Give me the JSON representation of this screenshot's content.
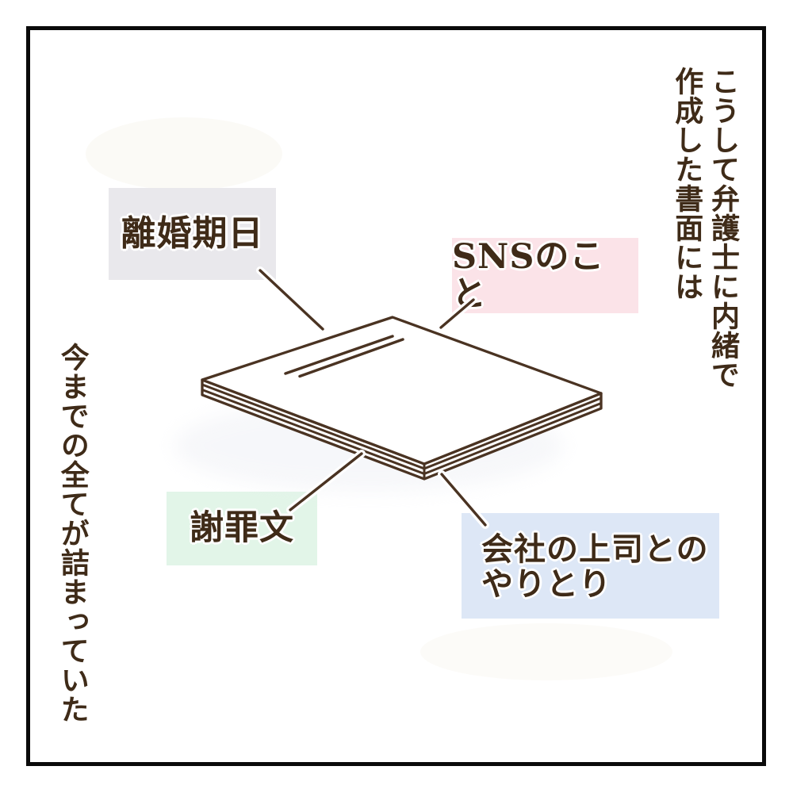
{
  "panel": {
    "background": "#ffffff",
    "frame_color": "#0a0a0a"
  },
  "palette": {
    "ink_text": "#3F2B18",
    "line_brown": "#4A3322",
    "halo_white": "#ffffff",
    "label_gray": "#E9E8EC",
    "label_pink": "#FBE3E8",
    "label_green": "#E2F5E8",
    "label_blue": "#DDE7F6"
  },
  "narration": {
    "right_line1": "こうして弁護士に内緒で",
    "right_line2": "作成した書面には",
    "left_line": "今までの全てが詰まっていた"
  },
  "callouts": [
    {
      "id": "divorce-date",
      "text": "離婚期日",
      "bg": "#E9E8EC"
    },
    {
      "id": "sns",
      "text": "SNSのこと",
      "bg": "#FBE3E8"
    },
    {
      "id": "apology-letter",
      "text": "謝罪文",
      "bg": "#E2F5E8"
    },
    {
      "id": "boss-correspondence",
      "text": "会社の上司とのやりとり",
      "bg": "#DDE7F6"
    }
  ],
  "illustration": {
    "name": "paper-stack"
  }
}
